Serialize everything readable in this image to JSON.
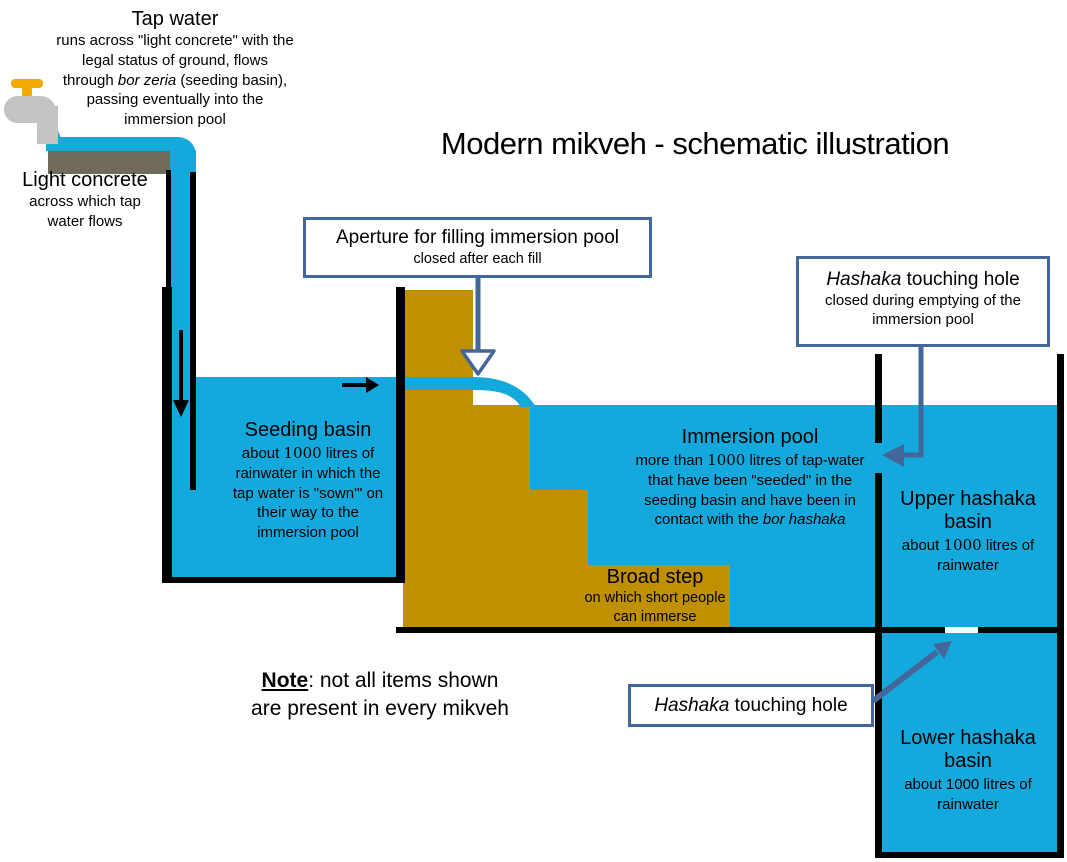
{
  "title": "Modern mikveh - schematic illustration",
  "colors": {
    "water": "#14A9DC",
    "gold": "#BF9000",
    "concrete": "#6F6B58",
    "callout_border": "#44679B",
    "tap_handle": "#F2A900",
    "tap_body": "#C3C3C3",
    "outline": "#000000"
  },
  "tap_label": {
    "heading": "Tap water",
    "body_1": "runs across \"light concrete\" with the legal status of ground, flows through ",
    "body_italic": "bor zeria",
    "body_2": " (seeding basin), passing eventually into the immersion pool"
  },
  "light_concrete_label": {
    "heading": "Light concrete",
    "body": "across which tap water flows"
  },
  "aperture_callout": {
    "heading": "Aperture for filling immersion pool",
    "subtext": "closed after each fill"
  },
  "hashaka_upper_callout": {
    "heading_italic": "Hashaka",
    "heading_rest": " touching hole",
    "subtext": "closed during emptying of the immersion pool"
  },
  "hashaka_lower_callout": {
    "heading_italic": "Hashaka",
    "heading_rest": " touching hole"
  },
  "seeding_basin_label": {
    "heading": "Seeding basin",
    "body_1": "about ",
    "volume": "1000",
    "body_2": " litres of rainwater in which the tap water is \"sown'\" on their way to the immersion pool"
  },
  "immersion_pool_label": {
    "heading": "Immersion pool",
    "body_1": "more than ",
    "volume": "1000",
    "body_2": " litres of tap-water that have been \"seeded\" in the seeding basin and have been in contact with the ",
    "body_italic": "bor hashaka"
  },
  "upper_hashaka_label": {
    "heading": "Upper hashaka basin",
    "body_1": "about ",
    "volume": "1000",
    "body_2": " litres of rainwater"
  },
  "broad_step_label": {
    "heading": "Broad step",
    "body": "on which short people can immerse"
  },
  "lower_hashaka_label": {
    "heading": "Lower hashaka basin",
    "body": "about 1000 litres of rainwater"
  },
  "note": {
    "term": "Note",
    "line1_rest": ": not all items shown",
    "line2": "are present in every mikveh"
  }
}
